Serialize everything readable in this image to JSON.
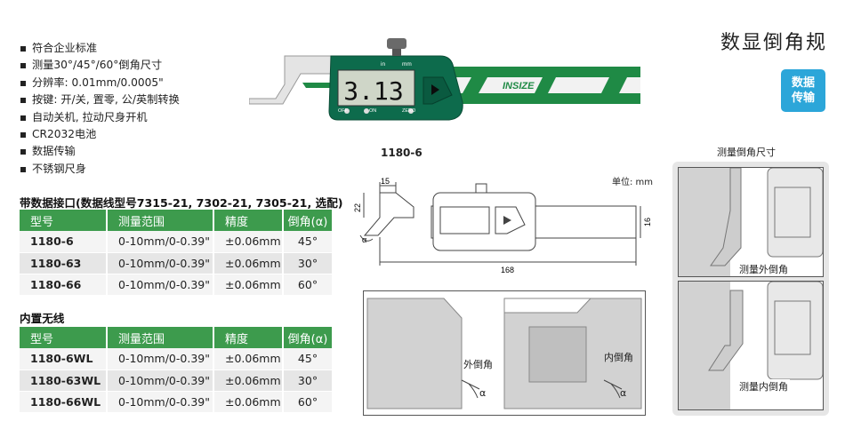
{
  "title": "数显倒角规",
  "badge": {
    "line1": "数据",
    "line2": "传输"
  },
  "features": [
    "符合企业标准",
    "测量30°/45°/60°倒角尺寸",
    "分辨率: 0.01mm/0.0005\"",
    "按键: 开/关, 置零, 公/英制转换",
    "自动关机, 拉动尺身开机",
    "CR2032电池",
    "数据传输",
    "不锈钢尺身"
  ],
  "product": {
    "model": "1180-6",
    "display_value": "3.13",
    "brand": "INSIZE",
    "unit_in": "in",
    "unit_mm": "mm",
    "btn_off": "OFF",
    "btn_on": "ON",
    "btn_zero": "ZERO"
  },
  "table1": {
    "heading": "带数据接口(数据线型号7315-21, 7302-21, 7305-21, 选配)",
    "headers": [
      "型号",
      "测量范围",
      "精度",
      "倒角(α)"
    ],
    "rows": [
      [
        "1180-6",
        "0-10mm/0-0.39\"",
        "±0.06mm",
        "45°"
      ],
      [
        "1180-63",
        "0-10mm/0-0.39\"",
        "±0.06mm",
        "30°"
      ],
      [
        "1180-66",
        "0-10mm/0-0.39\"",
        "±0.06mm",
        "60°"
      ]
    ]
  },
  "table2": {
    "heading": "内置无线",
    "headers": [
      "型号",
      "测量范围",
      "精度",
      "倒角(α)"
    ],
    "rows": [
      [
        "1180-6WL",
        "0-10mm/0-0.39\"",
        "±0.06mm",
        "45°"
      ],
      [
        "1180-63WL",
        "0-10mm/0-0.39\"",
        "±0.06mm",
        "30°"
      ],
      [
        "1180-66WL",
        "0-10mm/0-0.39\"",
        "±0.06mm",
        "60°"
      ]
    ]
  },
  "drawing": {
    "unit": "单位: mm",
    "dim_15": "15",
    "dim_22": "22",
    "dim_16": "16",
    "dim_168": "168",
    "alpha_sym": "α",
    "label_outer": "外倒角",
    "label_inner": "内倒角"
  },
  "measure": {
    "title": "测量倒角尺寸",
    "outer": "测量外倒角",
    "inner": "测量内倒角"
  }
}
